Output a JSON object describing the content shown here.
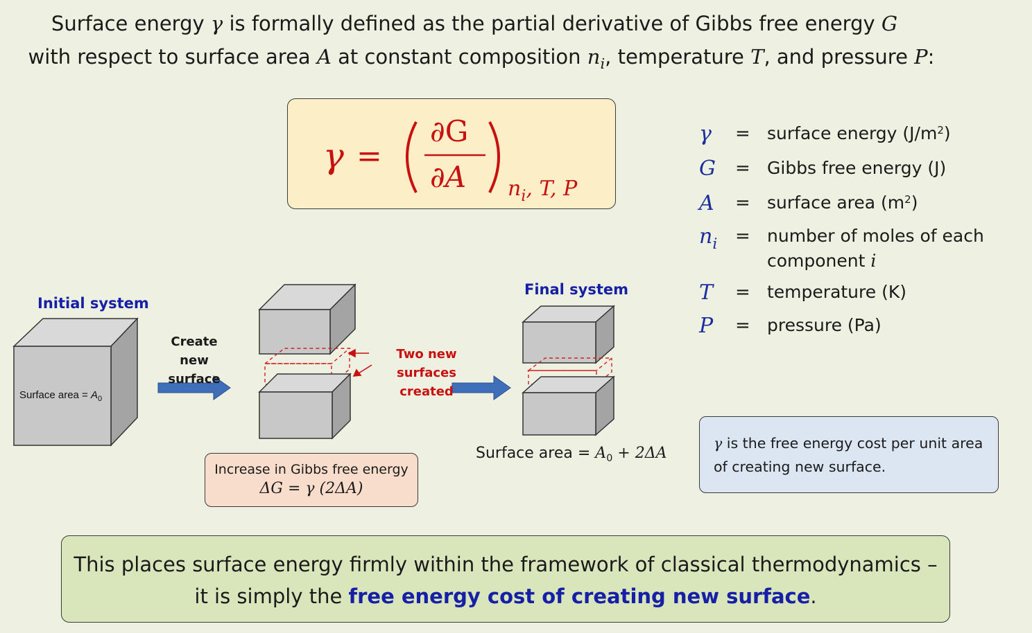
{
  "intro": {
    "l1_a": "Surface energy ",
    "l1_gamma": "γ",
    "l1_b": " is formally defined as the partial derivative of Gibbs free energy ",
    "l1_G": "G",
    "l2_a": "with respect to surface area ",
    "l2_A": "A",
    "l2_b": " at constant composition ",
    "l2_n": "n",
    "l2_i": "i",
    "l2_c": ", temperature ",
    "l2_T": "T",
    "l2_d": ", and pressure ",
    "l2_P": "P",
    "l2_e": ":"
  },
  "formula": {
    "lhs": "γ",
    "eq": "=",
    "numerator": "∂G",
    "denominator": "∂A",
    "sub_n": "n",
    "sub_i": "i",
    "sub_rest": ", T, P"
  },
  "legend": [
    {
      "sym": "γ",
      "sym_sub": "",
      "eq": "=",
      "text": "surface energy  (J/m",
      "sup": "2",
      "after": ")",
      "text2": ""
    },
    {
      "sym": "G",
      "sym_sub": "",
      "eq": "=",
      "text": "Gibbs free energy  (J)",
      "sup": "",
      "after": "",
      "text2": ""
    },
    {
      "sym": "A",
      "sym_sub": "",
      "eq": "=",
      "text": "surface area  (m",
      "sup": "2",
      "after": ")",
      "text2": ""
    },
    {
      "sym": "n",
      "sym_sub": "i",
      "eq": "=",
      "text": "number of moles of each",
      "sup": "",
      "after": "",
      "text2": "component "
    },
    {
      "sym": "T",
      "sym_sub": "",
      "eq": "=",
      "text": "temperature  (K)",
      "sup": "",
      "after": "",
      "text2": ""
    },
    {
      "sym": "P",
      "sym_sub": "",
      "eq": "=",
      "text": "pressure  (Pa)",
      "sup": "",
      "after": "",
      "text2": ""
    }
  ],
  "legend_component_var": "i",
  "diagram": {
    "initial_label": "Initial system",
    "initial_area": "Surface area = ",
    "initial_area_sym": "A",
    "initial_area_sub": "0",
    "create_l1": "Create",
    "create_l2": "new surface",
    "two_new_l1": "Two new surfaces",
    "two_new_l2": "created",
    "final_label": "Final system",
    "final_area_a": "Surface area = ",
    "final_area_A": "A",
    "final_area_sub": "0",
    "final_area_b": " + 2ΔA"
  },
  "delta_box": {
    "line1": "Increase in Gibbs free energy",
    "line2": "ΔG = γ (2ΔA)"
  },
  "gamma_box": {
    "sym": "γ",
    "text1": " is the free energy cost per unit area",
    "text2": "of creating new surface."
  },
  "bottom": {
    "l1": "This places surface energy firmly within the framework of classical thermodynamics –",
    "l2_a": "it is simply the ",
    "l2_hl": "free energy cost of creating new surface",
    "l2_b": "."
  },
  "colors": {
    "background": "#eef1e2",
    "formula_red": "#c81010",
    "label_blue": "#1520a6",
    "arrow_blue": "#3f6fb8",
    "cube_front": "#c8c8c8",
    "cube_top": "#d9d9d9",
    "cube_side": "#a4a4a4"
  }
}
